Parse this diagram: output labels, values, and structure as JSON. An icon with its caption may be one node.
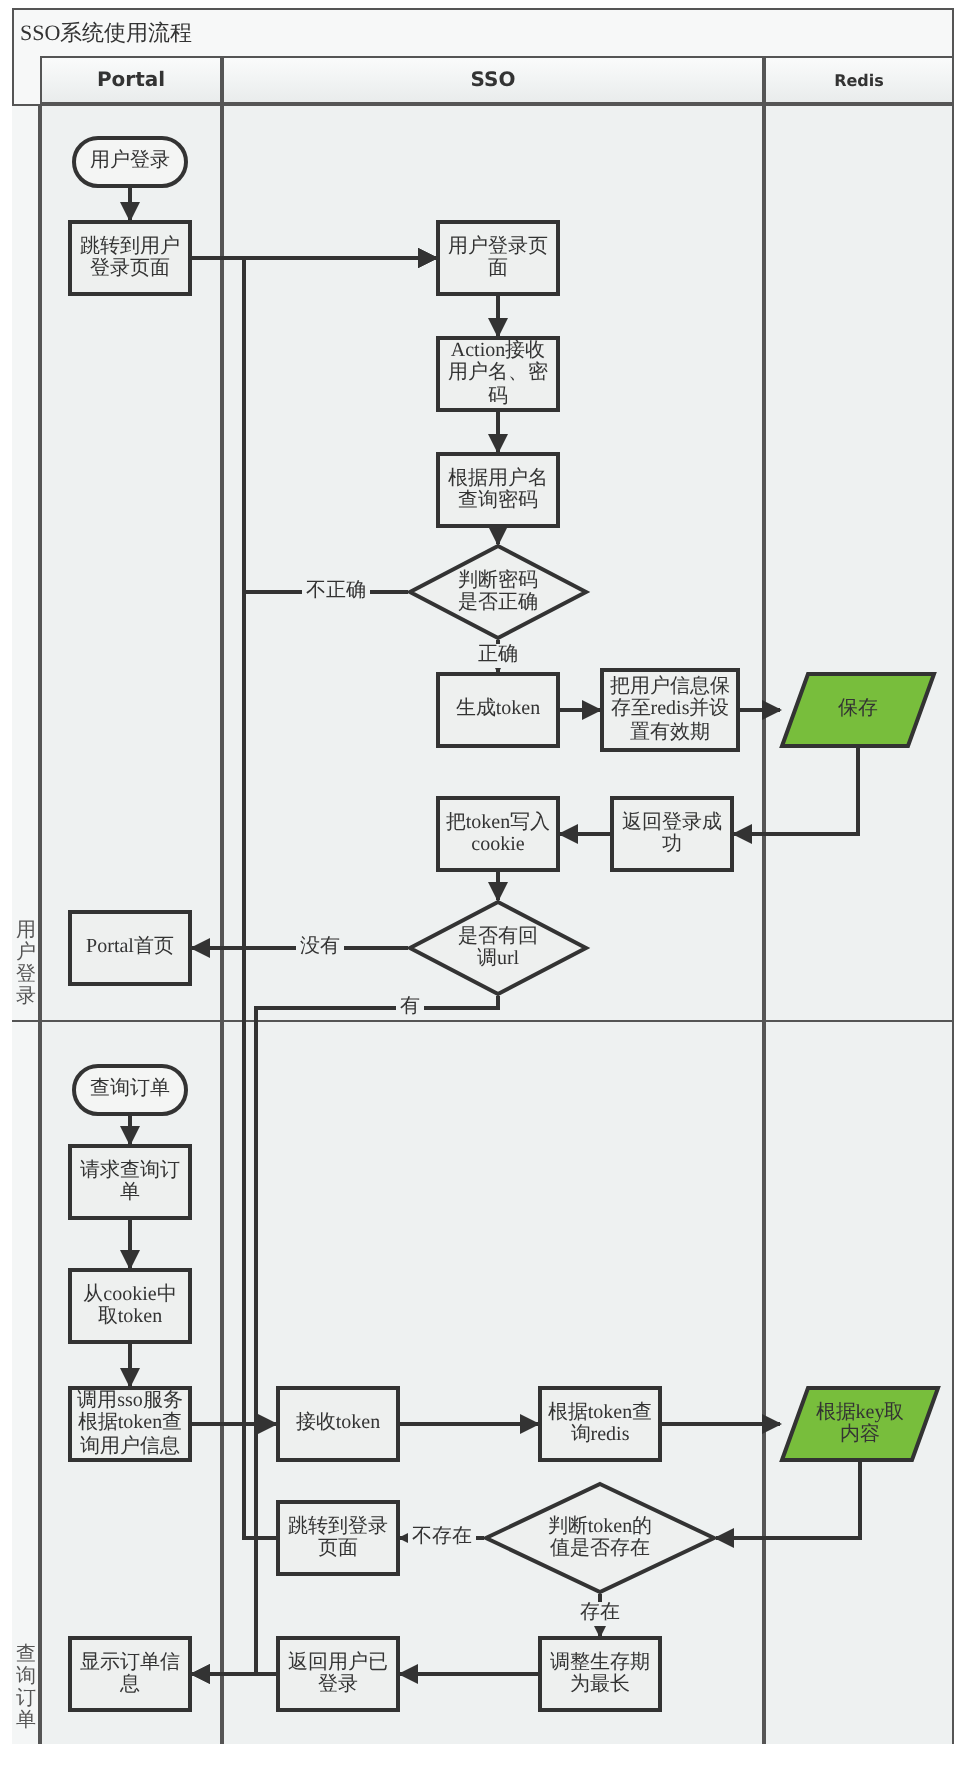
{
  "diagram": {
    "title": "SSO系统使用流程",
    "nodes": [
      {
        "text": [
          "用户登录"
        ]
      },
      {
        "text": [
          "跳转到用户登录页面"
        ]
      },
      {
        "text": [
          "用户登录页面"
        ]
      },
      {
        "text": [
          "Action接收用户名、密码"
        ]
      },
      {
        "text": [
          "根据用户名查询密码"
        ]
      },
      {
        "text": [
          "判断密码是否正确"
        ]
      },
      {
        "text": [
          "生成token"
        ]
      },
      {
        "text": [
          "把用户信息保存至redis并设置有效期"
        ]
      },
      {
        "text": [
          "保存"
        ]
      },
      {
        "text": [
          "返回登录成功"
        ]
      },
      {
        "text": [
          "把token写入cookie"
        ]
      },
      {
        "text": [
          "是否有回调url"
        ]
      },
      {
        "text": [
          "Portal首页"
        ]
      },
      {
        "text": [
          "查询订单"
        ]
      },
      {
        "text": [
          "请求查询订单"
        ]
      },
      {
        "text": [
          "从cookie中取token"
        ]
      },
      {
        "text": [
          "调用sso服务根据token查询用户信息"
        ]
      },
      {
        "text": [
          "接收token"
        ]
      },
      {
        "text": [
          "根据token查询redis"
        ]
      },
      {
        "text": [
          "根据key取内容"
        ]
      },
      {
        "text": [
          "判断token的值是否存在"
        ]
      },
      {
        "text": [
          "跳转到登录页面"
        ]
      },
      {
        "text": [
          "调整生存期为最长"
        ]
      },
      {
        "text": [
          "返回用户已登录"
        ]
      },
      {
        "text": [
          "显示订单信息"
        ]
      }
    ],
    "edges": [
      {
        "from": 0,
        "to": 1,
        "arrow": "to"
      },
      {
        "from": 1,
        "to": 2,
        "arrow": "to"
      },
      {
        "from": 2,
        "to": 3,
        "arrow": "to"
      },
      {
        "from": 3,
        "to": 4,
        "arrow": "to"
      },
      {
        "from": 4,
        "to": 5,
        "arrow": "to"
      },
      {
        "from": 5,
        "to": 6,
        "label": "正确",
        "arrow": "to"
      },
      {
        "from": 5,
        "to": 2,
        "label": "不正确",
        "arrow": "to"
      },
      {
        "from": 6,
        "to": 7,
        "arrow": "to"
      },
      {
        "from": 7,
        "to": 8,
        "arrow": "to"
      },
      {
        "from": 8,
        "to": 9,
        "arrow": "to"
      },
      {
        "from": 9,
        "to": 10,
        "arrow": "to"
      },
      {
        "from": 10,
        "to": 11,
        "arrow": "to"
      },
      {
        "from": 11,
        "to": 12,
        "label": "没有",
        "arrow": "to"
      },
      {
        "from": 11,
        "to": 24,
        "label": "有",
        "arrow": "to"
      },
      {
        "from": 13,
        "to": 14,
        "arrow": "to"
      },
      {
        "from": 14,
        "to": 15,
        "arrow": "to"
      },
      {
        "from": 15,
        "to": 16,
        "arrow": "to"
      },
      {
        "from": 16,
        "to": 17,
        "arrow": "to"
      },
      {
        "from": 17,
        "to": 18,
        "arrow": "to"
      },
      {
        "from": 18,
        "to": 19,
        "arrow": "to"
      },
      {
        "from": 19,
        "to": 20,
        "arrow": "to"
      },
      {
        "from": 20,
        "to": 21,
        "label": "不存在",
        "arrow": "to"
      },
      {
        "from": 21,
        "to": 2,
        "arrow": "to"
      },
      {
        "from": 20,
        "to": 22,
        "label": "存在",
        "arrow": "to"
      },
      {
        "from": 22,
        "to": 23,
        "arrow": "to"
      },
      {
        "from": 23,
        "to": 24,
        "arrow": "to"
      }
    ],
    "labels": [
      "Portal",
      "SSO",
      "Redis",
      "用户登录",
      "查询订单"
    ]
  }
}
